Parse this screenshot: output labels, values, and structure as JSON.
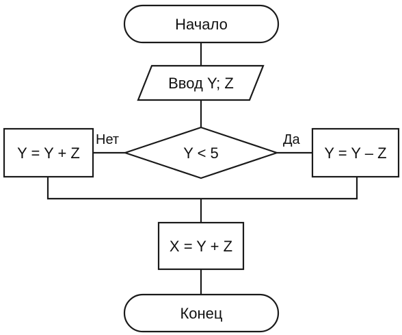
{
  "flowchart": {
    "start": "Начало",
    "input": "Ввод Y; Z",
    "condition": "Y < 5",
    "no_label": "Нет",
    "yes_label": "Да",
    "no_branch": "Y = Y + Z",
    "yes_branch": "Y = Y – Z",
    "process": "X = Y + Z",
    "end": "Конец"
  },
  "colors": {
    "stroke": "#1a1a1a",
    "fill": "#ffffff",
    "text": "#111111"
  }
}
